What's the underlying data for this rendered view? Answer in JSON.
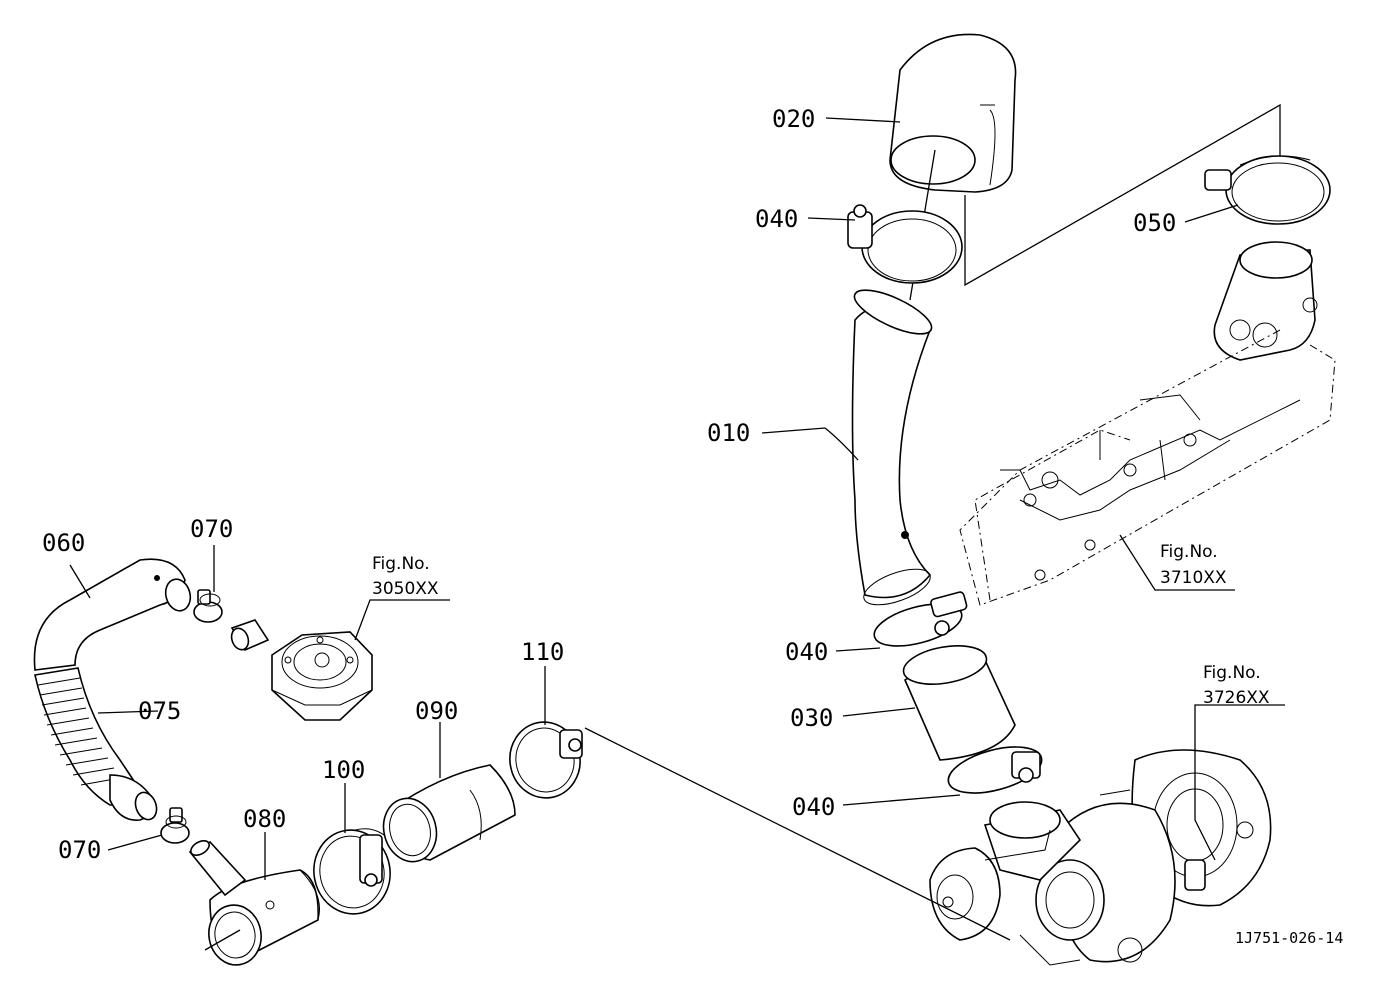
{
  "labels": {
    "p010": "010",
    "p020": "020",
    "p030": "030",
    "p040a": "040",
    "p040b": "040",
    "p040c": "040",
    "p050": "050",
    "p060": "060",
    "p070a": "070",
    "p070b": "070",
    "p075": "075",
    "p080": "080",
    "p090": "090",
    "p100": "100",
    "p110": "110"
  },
  "figrefs": {
    "f3050_title": "Fig.No.",
    "f3050_num": "3050XX",
    "f3710_title": "Fig.No.",
    "f3710_num": "3710XX",
    "f3726_title": "Fig.No.",
    "f3726_num": "3726XX"
  },
  "drawing_code": "1J751-026-14"
}
